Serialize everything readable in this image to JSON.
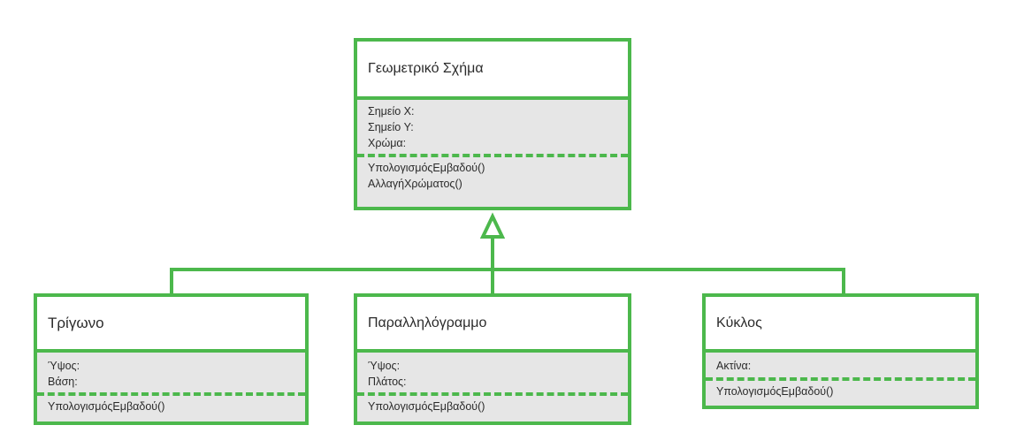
{
  "diagram": {
    "parent": {
      "name": "Γεωμετρικό Σχήμα",
      "attributes": [
        "Σημείο X:",
        "Σημείο Y:",
        "Χρώμα:"
      ],
      "methods": [
        "ΥπολογισμόςΕμβαδού()",
        "ΑλλαγήΧρώματος()"
      ]
    },
    "children": [
      {
        "name": "Τρίγωνο",
        "attributes": [
          "Ύψος:",
          "Βάση:"
        ],
        "methods": [
          "ΥπολογισμόςΕμβαδού()"
        ]
      },
      {
        "name": "Παραλληλόγραμμο",
        "attributes": [
          "Ύψος:",
          "Πλάτος:"
        ],
        "methods": [
          "ΥπολογισμόςΕμβαδού()"
        ]
      },
      {
        "name": "Κύκλος",
        "attributes": [
          "Ακτίνα:"
        ],
        "methods": [
          "ΥπολογισμόςΕμβαδού()"
        ]
      }
    ],
    "relationship": "inheritance",
    "colors": {
      "border": "#4cb84c",
      "header_bg": "#ffffff",
      "body_bg": "#e6e6e6"
    }
  }
}
